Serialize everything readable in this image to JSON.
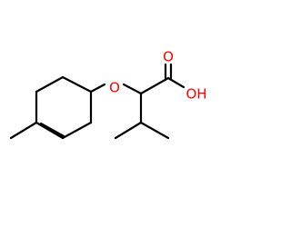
{
  "structure": {
    "ether_oxygen": "O",
    "carbonyl_oxygen": "O",
    "hydroxyl": "OH"
  },
  "colors": {
    "bond": "#000000",
    "heteroatom": "#ff0000",
    "background": "#ffffff"
  }
}
